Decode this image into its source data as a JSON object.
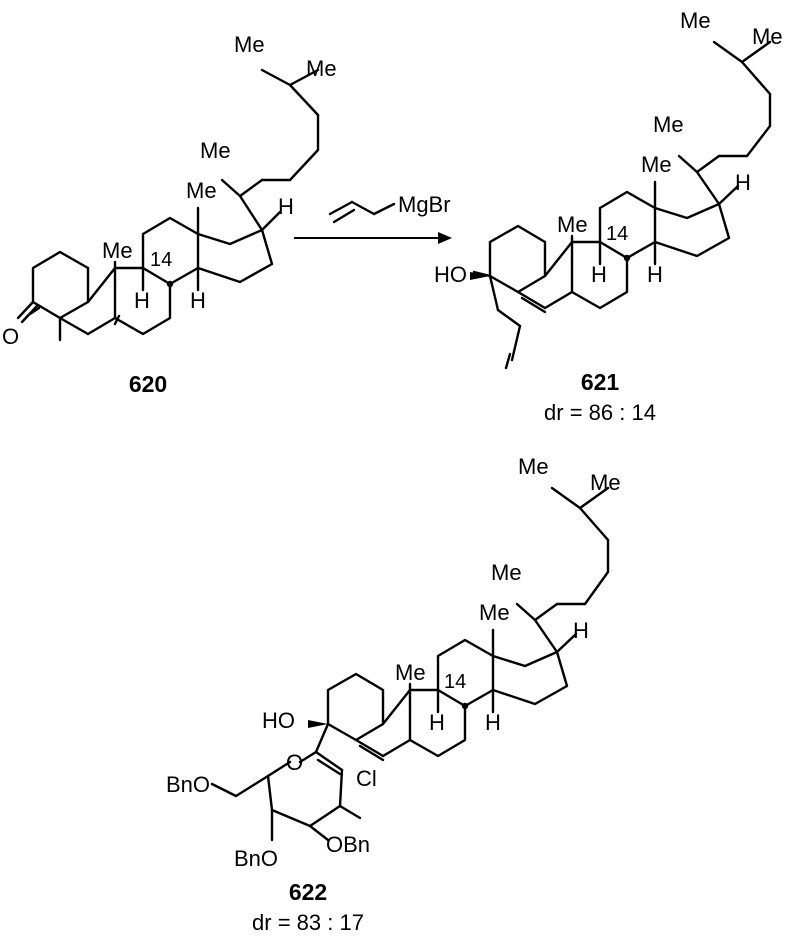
{
  "reaction": {
    "reagent": "MgBr",
    "arrow": "→"
  },
  "compounds": [
    {
      "id": "620",
      "label": "620",
      "atoms": {
        "methyl_a": "Me",
        "methyl_b": "Me",
        "methyl_c": "Me",
        "methyl_d": "Me",
        "methyl_e": "Me",
        "hydrogen_a": "H",
        "hydrogen_b": "H",
        "hydrogen_c": "H",
        "locant": "14",
        "oxygen": "O"
      }
    },
    {
      "id": "621",
      "label": "621",
      "dr": "dr = 86 : 14",
      "atoms": {
        "methyl_a": "Me",
        "methyl_b": "Me",
        "methyl_c": "Me",
        "methyl_d": "Me",
        "methyl_e": "Me",
        "hydrogen_a": "H",
        "hydrogen_b": "H",
        "hydrogen_c": "H",
        "locant": "14",
        "hydroxyl": "HO"
      }
    },
    {
      "id": "622",
      "label": "622",
      "dr": "dr = 83 : 17",
      "atoms": {
        "methyl_a": "Me",
        "methyl_b": "Me",
        "methyl_c": "Me",
        "methyl_d": "Me",
        "methyl_e": "Me",
        "hydrogen_a": "H",
        "hydrogen_b": "H",
        "hydrogen_c": "H",
        "locant": "14",
        "hydroxyl": "HO",
        "ring_oxygen": "O",
        "chloro": "Cl",
        "benzyloxy_a": "BnO",
        "benzyloxy_b": "OBn",
        "benzyloxy_c": "BnO"
      }
    }
  ]
}
